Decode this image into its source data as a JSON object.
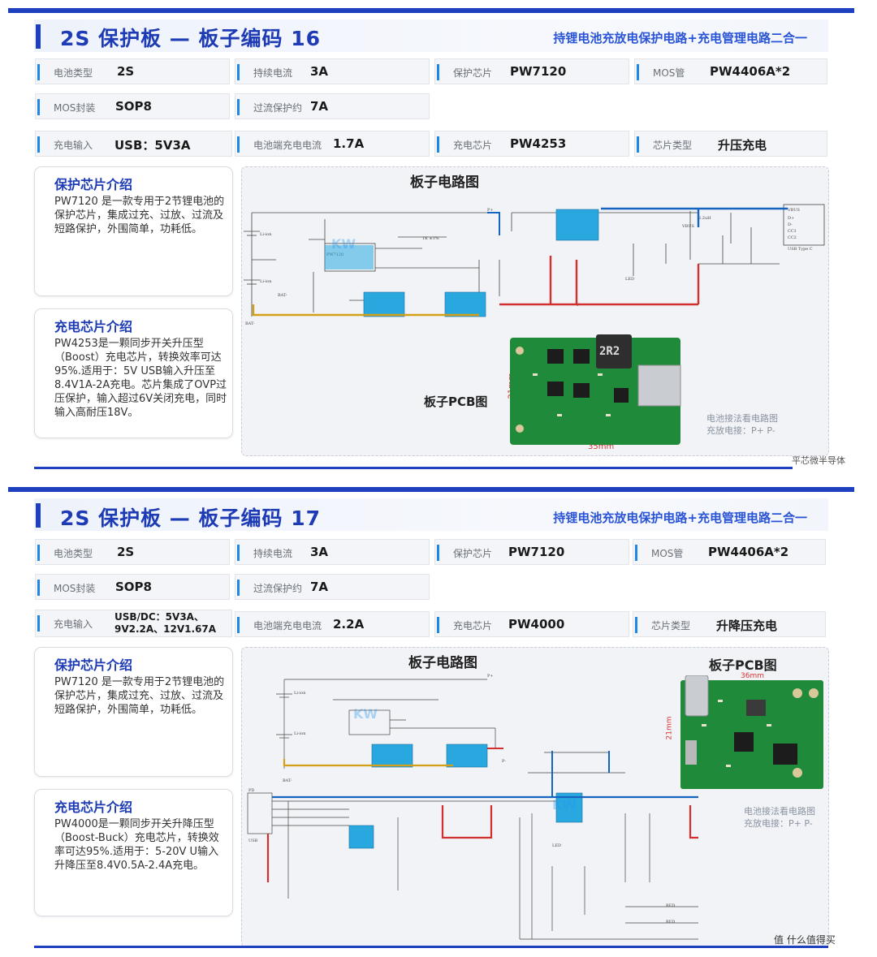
{
  "sections": [
    {
      "title": "2S 保护板 — 板子编码 16",
      "subtitle": "持锂电池充放电保护电路+充电管理电路二合一",
      "specs": [
        {
          "label": "电池类型",
          "value": "2S"
        },
        {
          "label": "持续电流",
          "value": "3A"
        },
        {
          "label": "保护芯片",
          "value": "PW7120"
        },
        {
          "label": "MOS管",
          "value": "PW4406A*2"
        },
        {
          "label": "MOS封装",
          "value": "SOP8"
        },
        {
          "label": "过流保护约",
          "value": "7A"
        },
        {
          "label": "充电输入",
          "value": "USB：5V3A"
        },
        {
          "label": "电池端充电电流",
          "value": "1.7A"
        },
        {
          "label": "充电芯片",
          "value": "PW4253"
        },
        {
          "label": "芯片类型",
          "value": "升压充电"
        }
      ],
      "protect_intro": {
        "title": "保护芯片介绍",
        "text": "PW7120 是一款专用于2节锂电池的保护芯片，集成过充、过放、过流及短路保护，外围简单，功耗低。"
      },
      "charge_intro": {
        "title": "充电芯片介绍",
        "text": "PW4253是一颗同步开关升压型（Boost）充电芯片，转换效率可达95%.适用于：5V USB输入升压至8.4V1A-2A充电。芯片集成了OVP过压保护，输入超过6V关闭充电，同时输入高耐压18V。"
      },
      "diagram_title": "板子电路图",
      "pcb_title": "板子PCB图",
      "pcb_dim_h": "21mm",
      "pcb_dim_w": "35mm",
      "pcb_chip_marking": "2R2",
      "note_line1": "电池接法看电路图",
      "note_line2": "充放电接：P+ P-",
      "footer": "平芯微半导体"
    },
    {
      "title": "2S 保护板 — 板子编码 17",
      "subtitle": "持锂电池充放电保护电路+充电管理电路二合一",
      "specs": [
        {
          "label": "电池类型",
          "value": "2S"
        },
        {
          "label": "持续电流",
          "value": "3A"
        },
        {
          "label": "保护芯片",
          "value": "PW7120"
        },
        {
          "label": "MOS管",
          "value": "PW4406A*2"
        },
        {
          "label": "MOS封装",
          "value": "SOP8"
        },
        {
          "label": "过流保护约",
          "value": "7A"
        },
        {
          "label": "充电输入",
          "value": "USB/DC：5V3A、",
          "value2": "9V2.2A、12V1.67A"
        },
        {
          "label": "电池端充电电流",
          "value": "2.2A"
        },
        {
          "label": "充电芯片",
          "value": "PW4000"
        },
        {
          "label": "芯片类型",
          "value": "升降压充电"
        }
      ],
      "protect_intro": {
        "title": "保护芯片介绍",
        "text": "PW7120 是一款专用于2节锂电池的保护芯片，集成过充、过放、过流及短路保护，外围简单，功耗低。"
      },
      "charge_intro": {
        "title": "充电芯片介绍",
        "text": "PW4000是一颗同步开关升降压型（Boost-Buck）充电芯片，转换效率可达95%.适用于：5-20V U输入升降压至8.4V0.5A-2.4A充电。"
      },
      "diagram_title": "板子电路图",
      "pcb_title": "板子PCB图",
      "pcb_dim_h": "21mm",
      "pcb_dim_w": "36mm",
      "note_line1": "电池接法看电路图",
      "note_line2": "充放电接：P+ P-",
      "footer": "值 什么值得买"
    }
  ],
  "colors": {
    "brand_blue": "#1e3fbe",
    "accent_blue": "#1e88e5",
    "chip_cyan": "#29a8e0",
    "wire_blue": "#1565c0",
    "wire_red": "#d32f2f",
    "wire_gold": "#d4a017",
    "pcb_green": "#1f8a3a"
  }
}
